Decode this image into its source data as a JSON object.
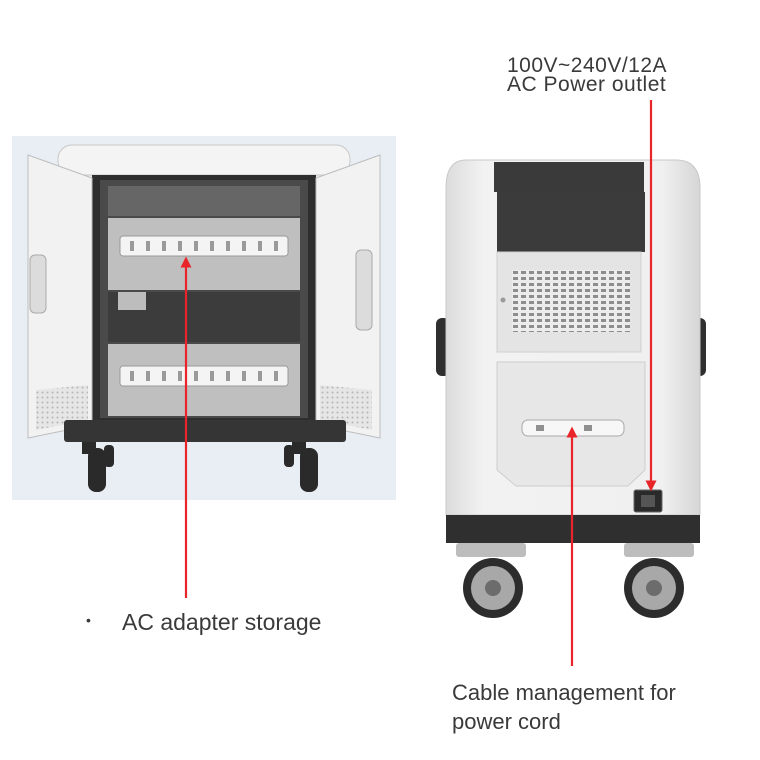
{
  "labels": {
    "power_voltage": "100V~240V/12A",
    "power_outlet": "AC Power outlet",
    "adapter_storage": "AC adapter storage",
    "cable_line1": "Cable management for",
    "cable_line2": "power cord"
  },
  "colors": {
    "arrow": "#e8262a",
    "text": "#3a3a3a",
    "cabinet_body": "#ebebeb",
    "panel_dark": "#3b3b3b",
    "left_photo_bg": "#e9eef4"
  },
  "icons": {
    "bullet": "•"
  }
}
